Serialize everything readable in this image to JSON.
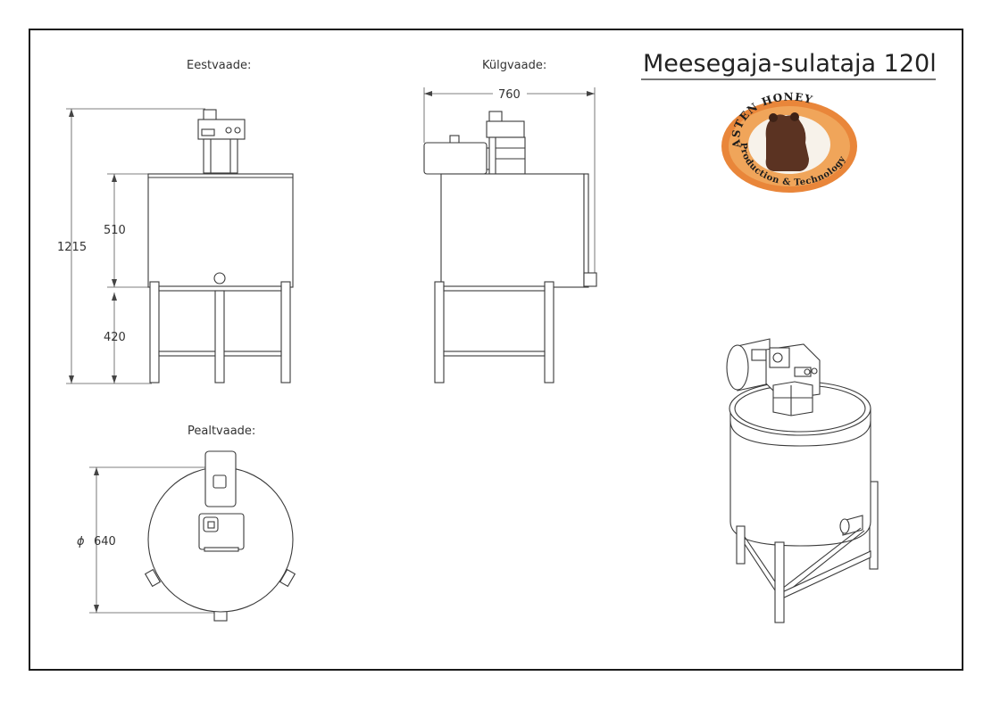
{
  "title": "Meesegaja-sulataja 120l",
  "views": {
    "front": "Eestvaade:",
    "side": "Külgvaade:",
    "top": "Pealtvaade:"
  },
  "dimensions": {
    "total_height": "1215",
    "tank_height": "510",
    "leg_height": "420",
    "depth": "760",
    "diameter": "640",
    "diameter_symbol": "ϕ"
  },
  "logo": {
    "top_text": "ASTEN HONEY",
    "bottom_text": "Production & Technology",
    "outer_color": "#e9863a",
    "ring_color": "#f0a55a",
    "inner_color": "#f7f2ea",
    "bear_color": "#5b3322"
  }
}
